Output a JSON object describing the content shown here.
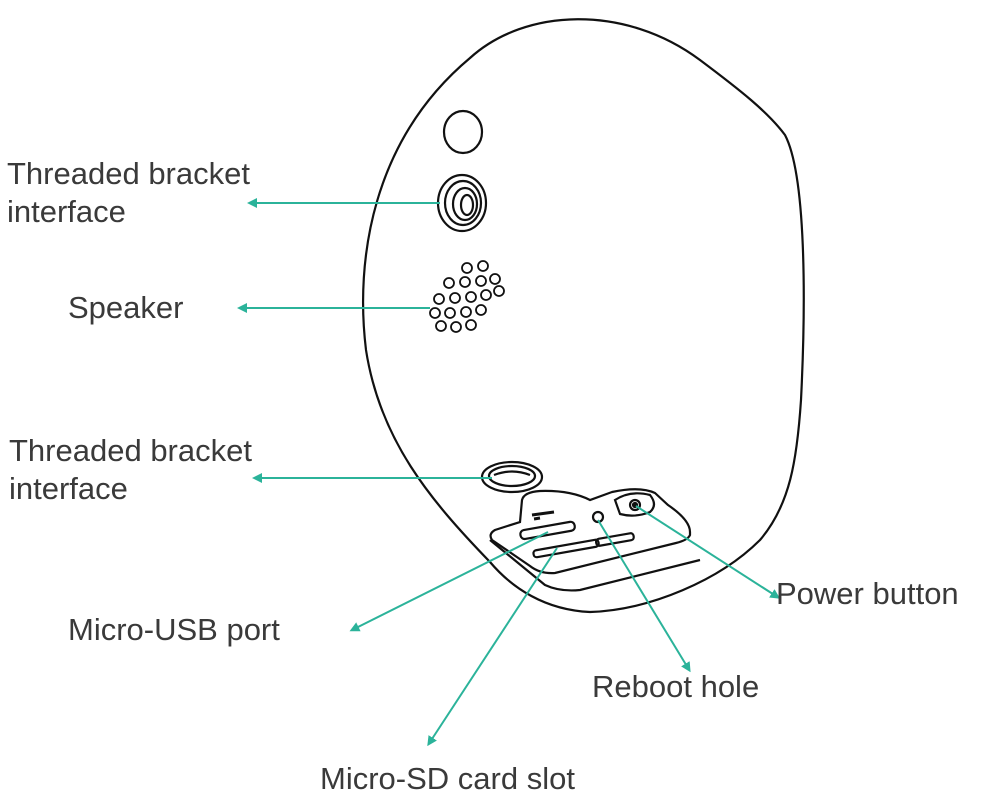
{
  "accent_color": "#2bb39a",
  "labels": {
    "threaded_top_line1": "Threaded bracket",
    "threaded_top_line2": "interface",
    "speaker": "Speaker",
    "threaded_bottom_line1": "Threaded bracket",
    "threaded_bottom_line2": "interface",
    "micro_usb": "Micro-USB port",
    "micro_sd": "Micro-SD card slot",
    "reboot": "Reboot hole",
    "power": "Power button"
  }
}
